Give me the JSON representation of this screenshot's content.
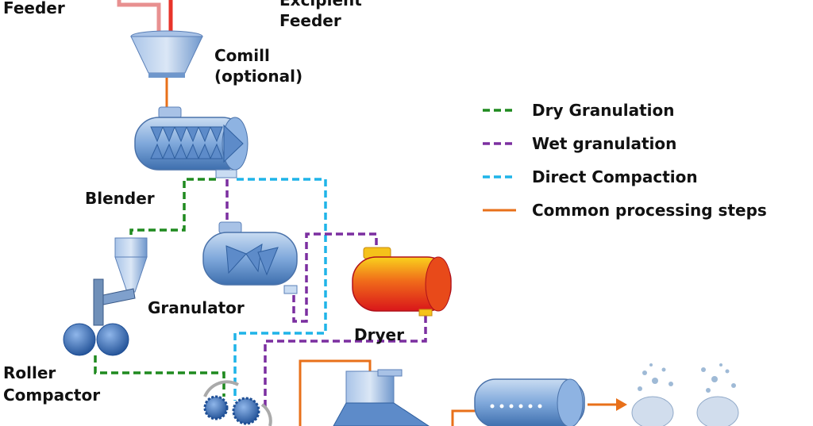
{
  "labels": {
    "feeder": "Feeder",
    "excipient_feeder_1": "Excipient",
    "excipient_feeder_2": "Feeder",
    "comill_1": "Comill",
    "comill_2": "(optional)",
    "blender": "Blender",
    "granulator": "Granulator",
    "dryer": "Dryer",
    "roller_compactor_1": "Roller",
    "roller_compactor_2": "Compactor"
  },
  "legend": [
    {
      "label": "Dry Granulation",
      "color": "#1f8a1f",
      "style": "dashed"
    },
    {
      "label": "Wet granulation",
      "color": "#7b2fa0",
      "style": "dashed"
    },
    {
      "label": "Direct Compaction",
      "color": "#1fb4e8",
      "style": "dashed"
    },
    {
      "label": "Common processing steps",
      "color": "#e8701a",
      "style": "solid"
    }
  ],
  "colors": {
    "equipment_blue": "#6f9fd8",
    "equipment_dark": "#2f5f9f",
    "dryer_red": "#e8331a",
    "dryer_yellow": "#f5c21a",
    "feed_red": "#e8332a"
  }
}
